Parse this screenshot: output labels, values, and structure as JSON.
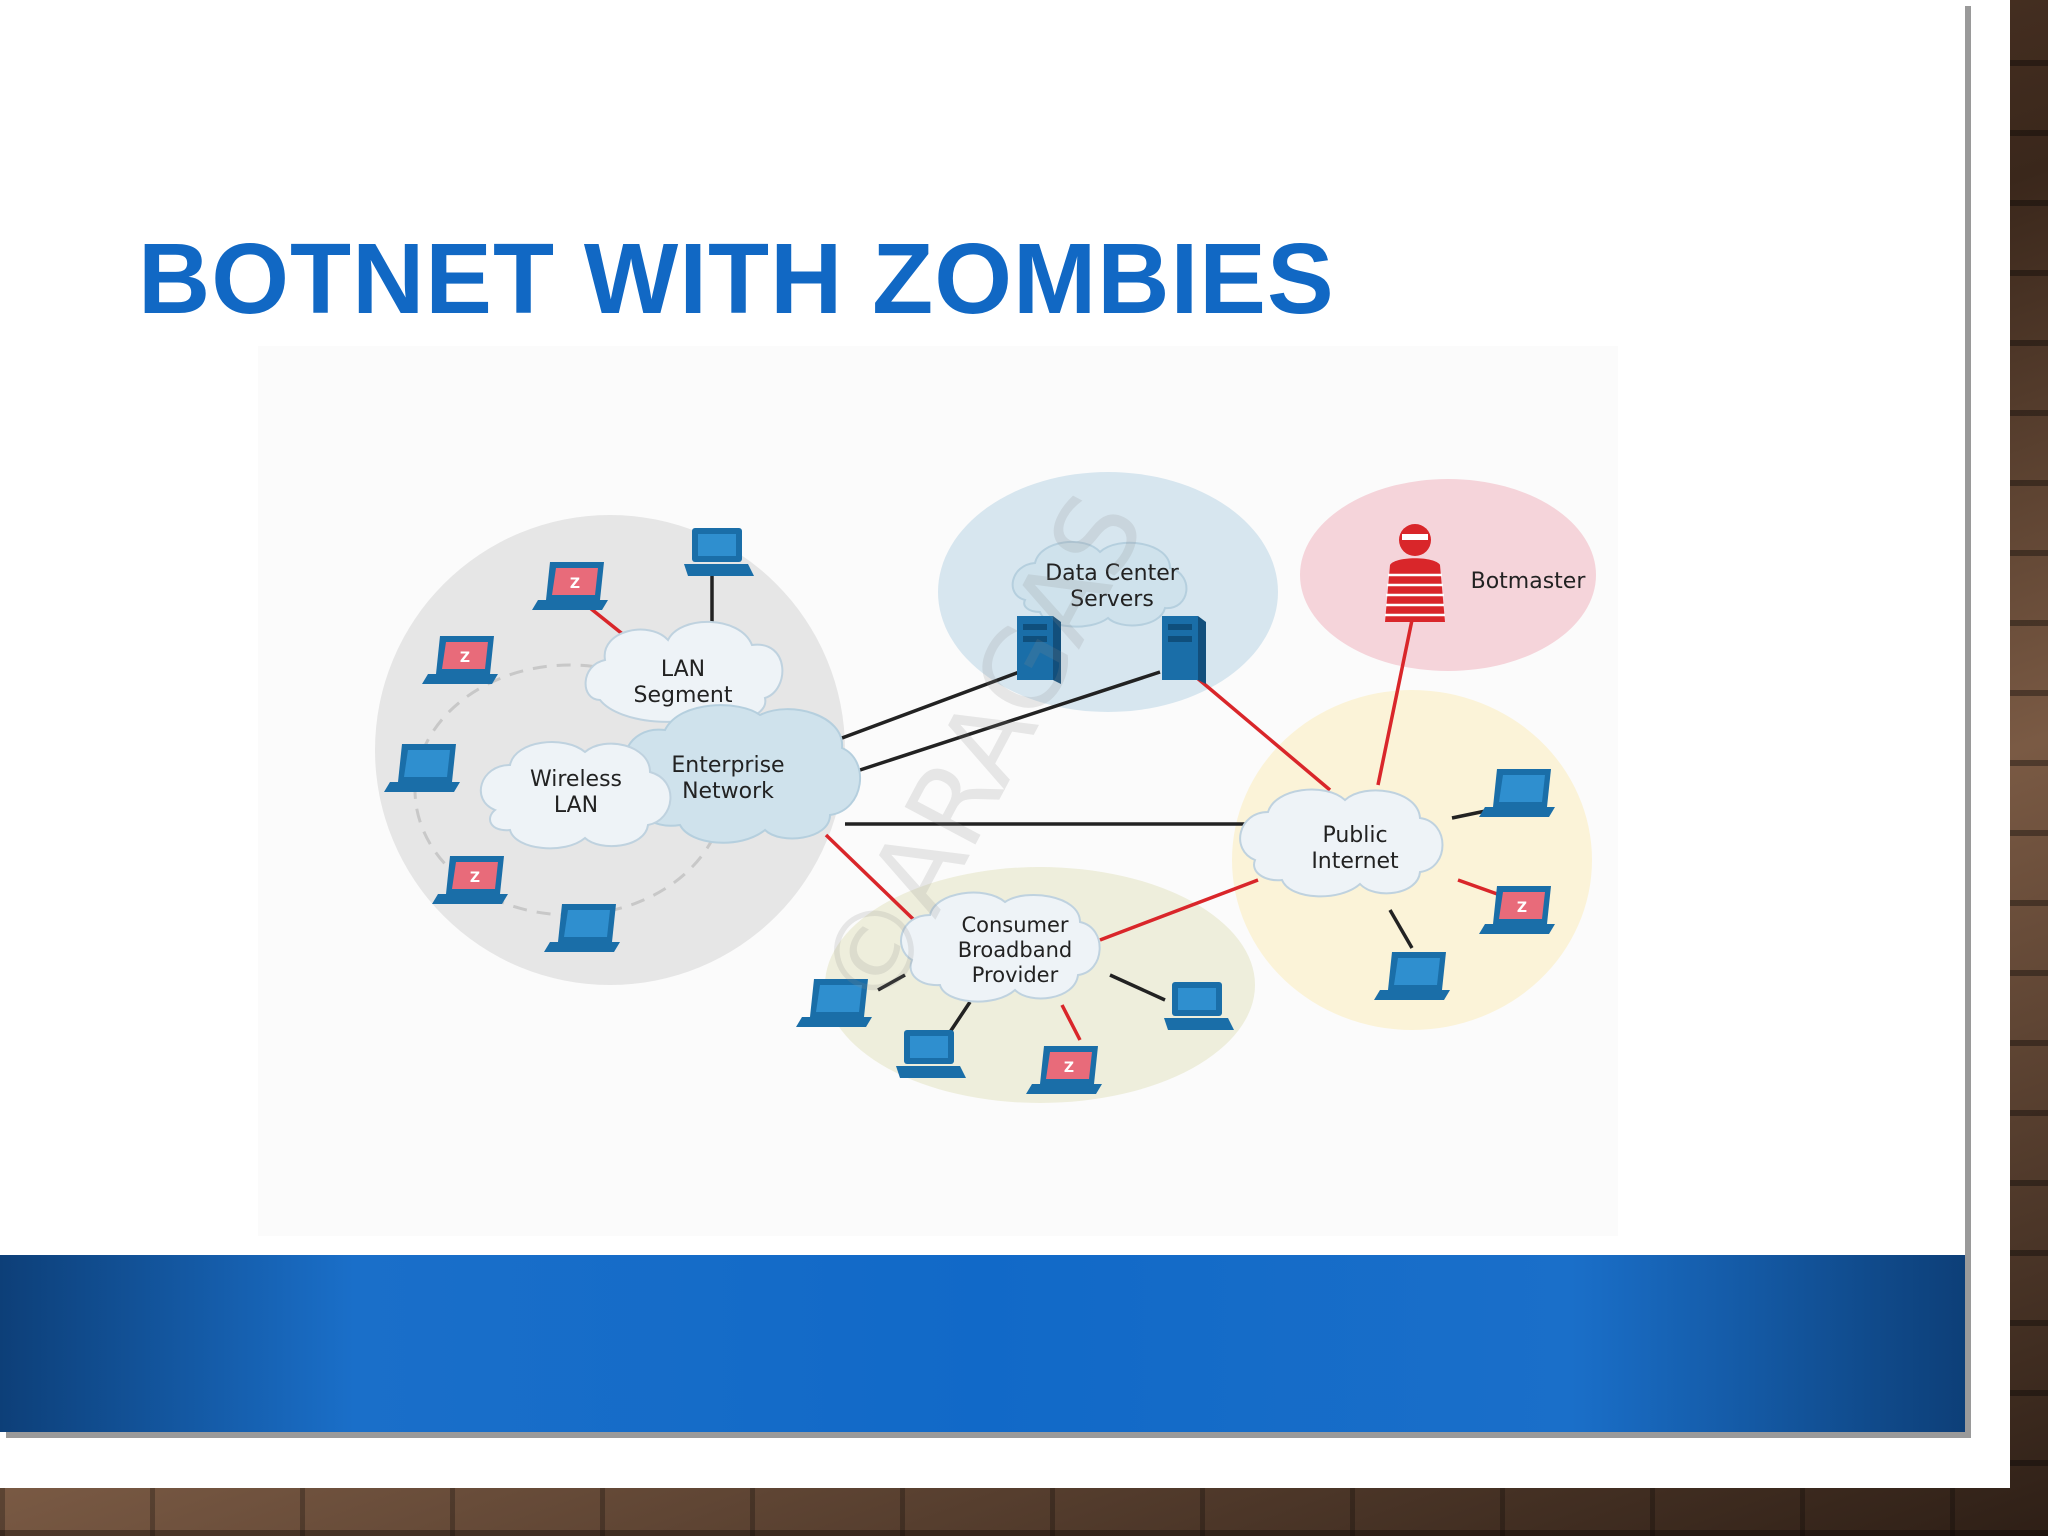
{
  "slide": {
    "title": "BOTNET WITH ZOMBIES"
  },
  "diagram": {
    "nodes": {
      "lan_segment": "LAN\nSegment",
      "enterprise_network": "Enterprise\nNetwork",
      "wireless_lan": "Wireless\nLAN",
      "data_center_servers": "Data Center\nServers",
      "botmaster": "Botmaster",
      "public_internet": "Public\nInternet",
      "consumer_broadband_provider": "Consumer\nBroadband\nProvider"
    },
    "watermark": "©ARAGAS"
  },
  "colors": {
    "title": "#1168c4",
    "device_blue": "#1a6ea8",
    "zombie_red": "#d9262a",
    "infected_link": "#d9262a",
    "normal_link": "#222222"
  },
  "legend_notes": {
    "zombie_icon": "Z"
  }
}
